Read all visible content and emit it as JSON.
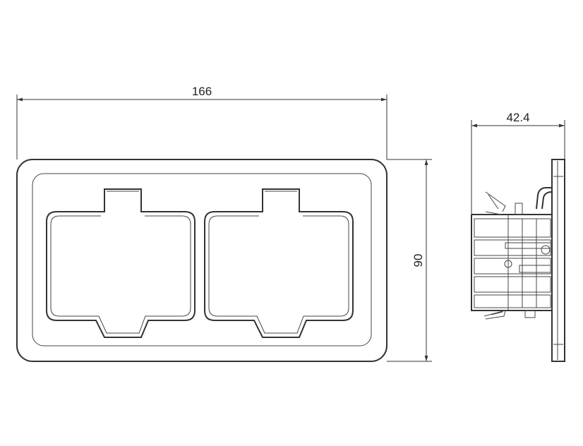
{
  "dimensions": {
    "width": "166",
    "height": "90",
    "depth": "42.4"
  },
  "colors": {
    "line": "#333333",
    "background": "#ffffff"
  }
}
